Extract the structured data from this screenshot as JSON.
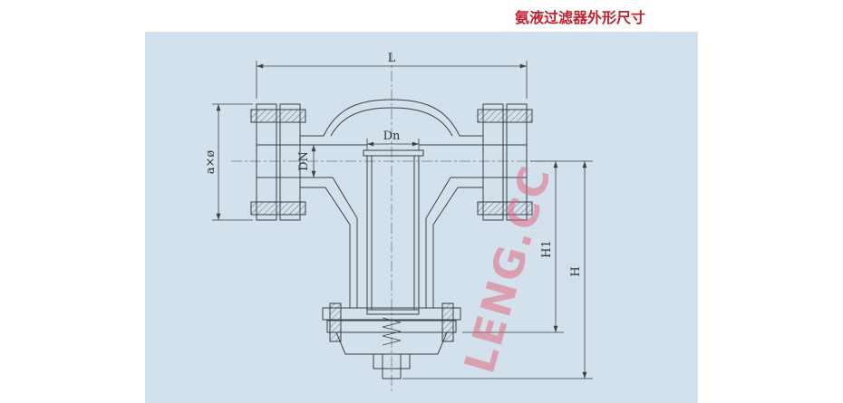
{
  "page": {
    "title": "氨液过滤器外形尺寸"
  },
  "watermark": {
    "text": "LENG.CC",
    "color": "#e4607a"
  },
  "diagram": {
    "name": "ammonia-liquid-filter-outline-drawing",
    "panel_color": "#d3e1ec",
    "line_color": "#394049",
    "title_color": "#c3202f",
    "dimensions": {
      "L": "L",
      "bolt_holes": "a×ø",
      "Dn": "Dn",
      "DN": "DN",
      "H1": "H1",
      "H": "H"
    }
  }
}
